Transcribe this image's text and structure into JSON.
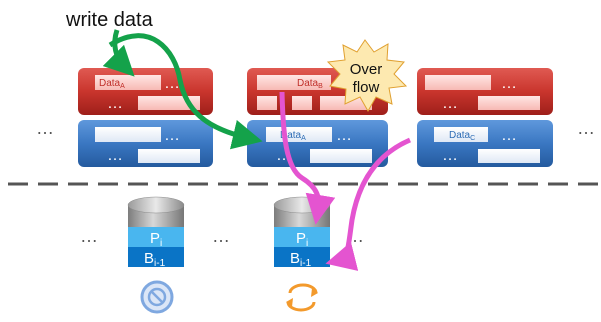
{
  "title_label": "write data",
  "overflow_label_line1": "Over",
  "overflow_label_line2": "flow",
  "ellipsis": "…",
  "ellipsis_short": "…",
  "labels": {
    "data_a": "Data",
    "data_a_sub": "A",
    "data_b": "Data",
    "data_b_sub": "B",
    "data_c": "Data",
    "data_c_sub": "C"
  },
  "disk_left": {
    "p_label": "P",
    "p_sub": "i",
    "b_label": "B",
    "b_sub": "i-1"
  },
  "disk_right": {
    "p_label": "P",
    "p_sub": "i",
    "b_label": "B",
    "b_sub": "i-1"
  },
  "icons": {
    "left_status": "prohibited-icon",
    "right_status": "sync-icon"
  },
  "colors": {
    "red_block": "#c0302a",
    "blue_block": "#2e6db5",
    "green_arrow": "#14a24a",
    "pink_arrow": "#e454d0",
    "burst": "#fde9b0",
    "disk_blue": "#0a74c6",
    "disk_cyan": "#49b6ef",
    "orange_icon": "#f39a2c",
    "blue_icon": "#7fa8e0"
  }
}
